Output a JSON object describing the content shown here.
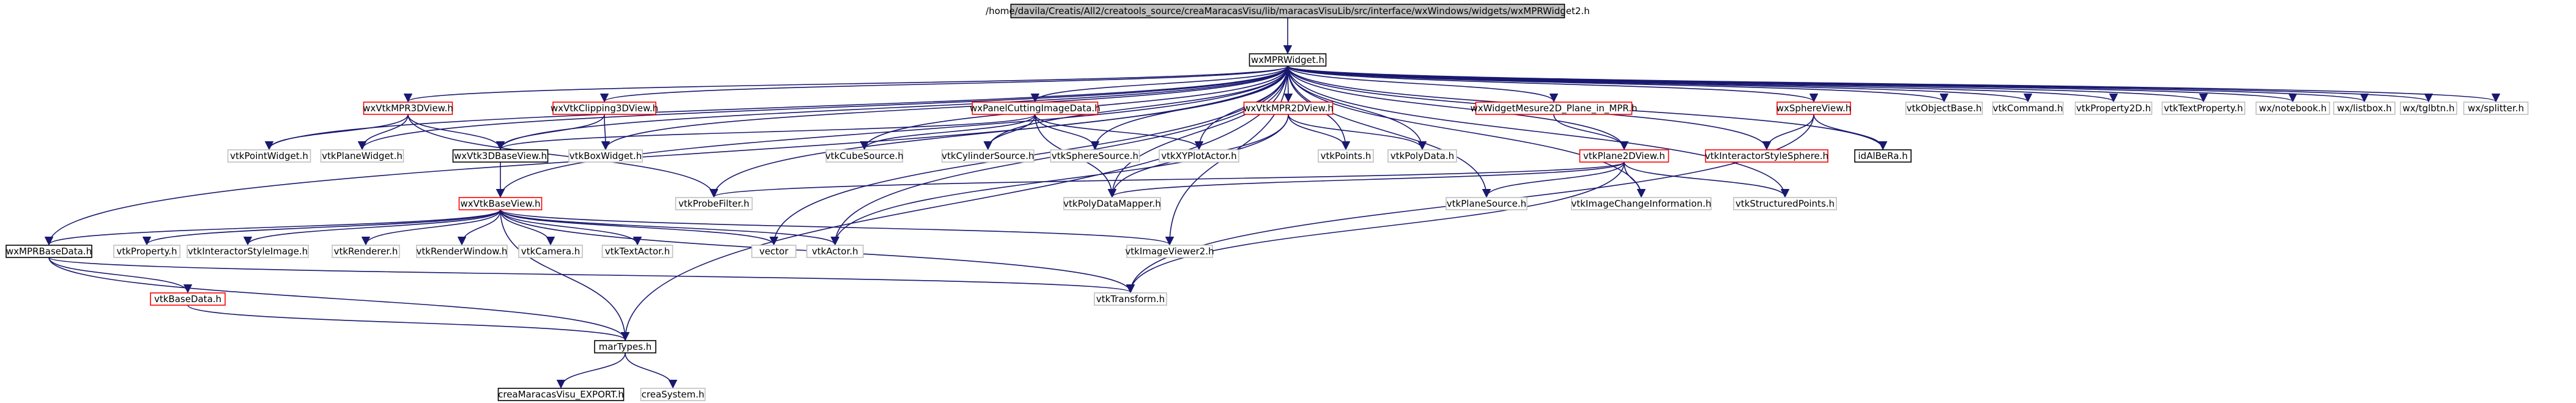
{
  "colors": {
    "edge": "#191970",
    "border_plain": "#bfbfbf",
    "border_dark": "#000000",
    "border_red": "#ff0000",
    "fill_root": "#bfbfbf",
    "fill_default": "#ffffff"
  },
  "nodes": {
    "root": "/home/davila/Creatis/All2/creatools_source/creaMaracasVisu/lib/maracasVisuLib/src/interface/wxWindows/widgets/wxMPRWidget2.h",
    "wxMPRWidget": "wxMPRWidget.h",
    "wxVtkMPR3DView": "wxVtkMPR3DView.h",
    "vtkClipping3DView": "wxVtkClipping3DView.h",
    "wxPanelCuttingImageData": "wxPanelCuttingImageData.h",
    "wxVtkMPR2DView": "wxVtkMPR2DView.h",
    "wxWidgetMesure2D": "wxWidgetMesure2D_Plane_in_MPR.h",
    "wxSphereView": "wxSphereView.h",
    "vtkObjectBase": "vtkObjectBase.h",
    "vtkCommand": "vtkCommand.h",
    "vtkProperty2D": "vtkProperty2D.h",
    "vtkTextProperty": "vtkTextProperty.h",
    "wxNotebook": "wx/notebook.h",
    "wxListbox": "wx/listbox.h",
    "wxTglbtn": "wx/tglbtn.h",
    "wxSplitter": "wx/splitter.h",
    "vtkPointWidget": "vtkPointWidget.h",
    "vtkPlaneWidget": "vtkPlaneWidget.h",
    "wxVtk3DBaseView": "wxVtk3DBaseView.h",
    "vtkBoxWidget": "vtkBoxWidget.h",
    "vtkCubeSource": "vtkCubeSource.h",
    "vtkCylinderSource": "vtkCylinderSource.h",
    "vtkSphereSource": "vtkSphereSource.h",
    "vtkXYPlotActor": "vtkXYPlotActor.h",
    "vtkPoints": "vtkPoints.h",
    "vtkPolyData": "vtkPolyData.h",
    "vtkPlane2DView": "vtkPlane2DView.h",
    "vtkInteractorStyleSphere": "vtkInteractorStyleSphere.h",
    "idAlBeRa": "idAlBeRa.h",
    "wxVtkBaseView": "wxVtkBaseView.h",
    "vtkProbeFilter": "vtkProbeFilter.h",
    "vtkPolyDataMapper": "vtkPolyDataMapper.h",
    "vtkPlaneSource": "vtkPlaneSource.h",
    "vtkImageChangeInformation": "vtkImageChangeInformation.h",
    "vtkStructuredPoints": "vtkStructuredPoints.h",
    "wxMPRBaseData": "wxMPRBaseData.h",
    "vtkProperty": "vtkProperty.h",
    "vtkInteractorStyleImage": "vtkInteractorStyleImage.h",
    "vtkRenderer": "vtkRenderer.h",
    "vtkRenderWindow": "vtkRenderWindow.h",
    "vtkCamera": "vtkCamera.h",
    "vtkTextActor": "vtkTextActor.h",
    "vector": "vector",
    "vtkActor": "vtkActor.h",
    "vtkImageViewer2": "vtkImageViewer2.h",
    "vtkBaseData": "vtkBaseData.h",
    "vtkTransform": "vtkTransform.h",
    "marTypes": "marTypes.h",
    "creaMaracasVisuExport": "creaMaracasVisu_EXPORT.h",
    "creaSystem": "creaSystem.h"
  }
}
